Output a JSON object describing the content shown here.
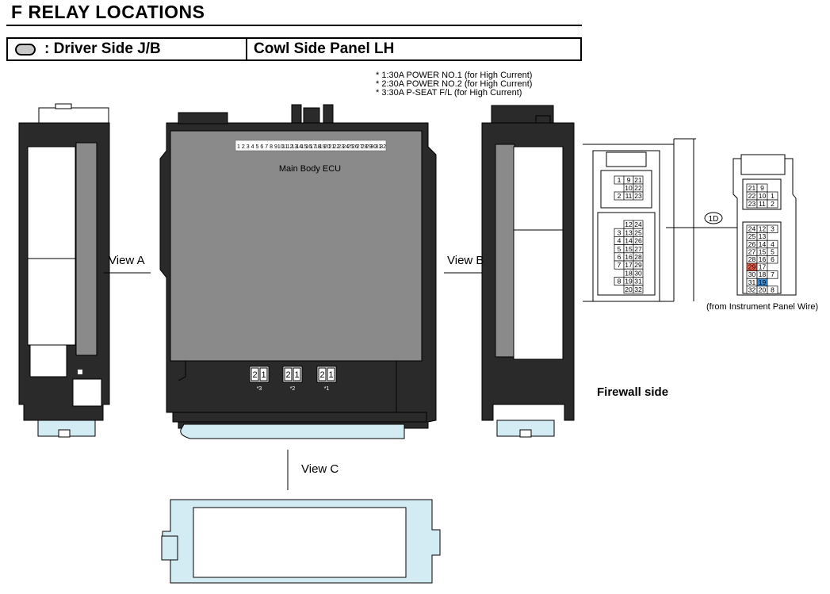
{
  "header": {
    "title": "F   RELAY LOCATIONS"
  },
  "location_table": {
    "label": ": Driver Side J/B",
    "value": "Cowl Side Panel LH"
  },
  "notes": [
    "* 1:30A POWER NO.1 (for High Current)",
    "* 2:30A POWER NO.2 (for High Current)",
    "* 3:30A P-SEAT F/L (for High Current)"
  ],
  "views": {
    "a": "View A",
    "b": "View B",
    "c": "View C"
  },
  "ecu_label": "Main Body ECU",
  "ecu_pins": [
    "1",
    "2",
    "3",
    "4",
    "5",
    "6",
    "7",
    "8",
    "9",
    "10",
    "11",
    "12",
    "13",
    "14",
    "15",
    "16",
    "17",
    "18",
    "19",
    "20",
    "21",
    "22",
    "23",
    "24",
    "25",
    "26",
    "27",
    "28",
    "29",
    "30",
    "31",
    "32"
  ],
  "relays": [
    {
      "marker": "*3",
      "left_pin": "2",
      "right_pin": "1"
    },
    {
      "marker": "*2",
      "left_pin": "2",
      "right_pin": "1"
    },
    {
      "marker": "*1",
      "left_pin": "2",
      "right_pin": "1"
    }
  ],
  "connector_code": "1D",
  "connector_source": "(from Instrument Panel Wire)",
  "firewall_side": "Firewall side",
  "connector_front": {
    "top_block": [
      [
        "1",
        "9",
        "21"
      ],
      [
        "",
        "10",
        "22"
      ],
      [
        "2",
        "11",
        "23"
      ]
    ],
    "bottom_block": [
      [
        "",
        "12",
        "24"
      ],
      [
        "3",
        "13",
        "25"
      ],
      [
        "4",
        "14",
        "26"
      ],
      [
        "5",
        "15",
        "27"
      ],
      [
        "6",
        "16",
        "28"
      ],
      [
        "7",
        "17",
        "29"
      ],
      [
        "",
        "18",
        "30"
      ],
      [
        "8",
        "19",
        "31"
      ],
      [
        "",
        "20",
        "32"
      ]
    ]
  },
  "connector_rear": {
    "top_block": [
      [
        "21",
        "9",
        ""
      ],
      [
        "22",
        "10",
        "1"
      ],
      [
        "23",
        "11",
        "2"
      ]
    ],
    "bottom_block": [
      [
        "24",
        "12",
        "3"
      ],
      [
        "25",
        "13",
        ""
      ],
      [
        "26",
        "14",
        "4"
      ],
      [
        "27",
        "15",
        "5"
      ],
      [
        "28",
        "16",
        "6"
      ],
      [
        "29",
        "17",
        ""
      ],
      [
        "30",
        "18",
        "7"
      ],
      [
        "31",
        "19",
        ""
      ],
      [
        "32",
        "20",
        "8"
      ]
    ],
    "highlight_colors": {
      "red": "#e8604c",
      "blue": "#3d8fd6"
    }
  },
  "colors": {
    "housing": "#2a2a2a",
    "ecu_body": "#8a8a8a",
    "clip": "#d3ecf4"
  }
}
